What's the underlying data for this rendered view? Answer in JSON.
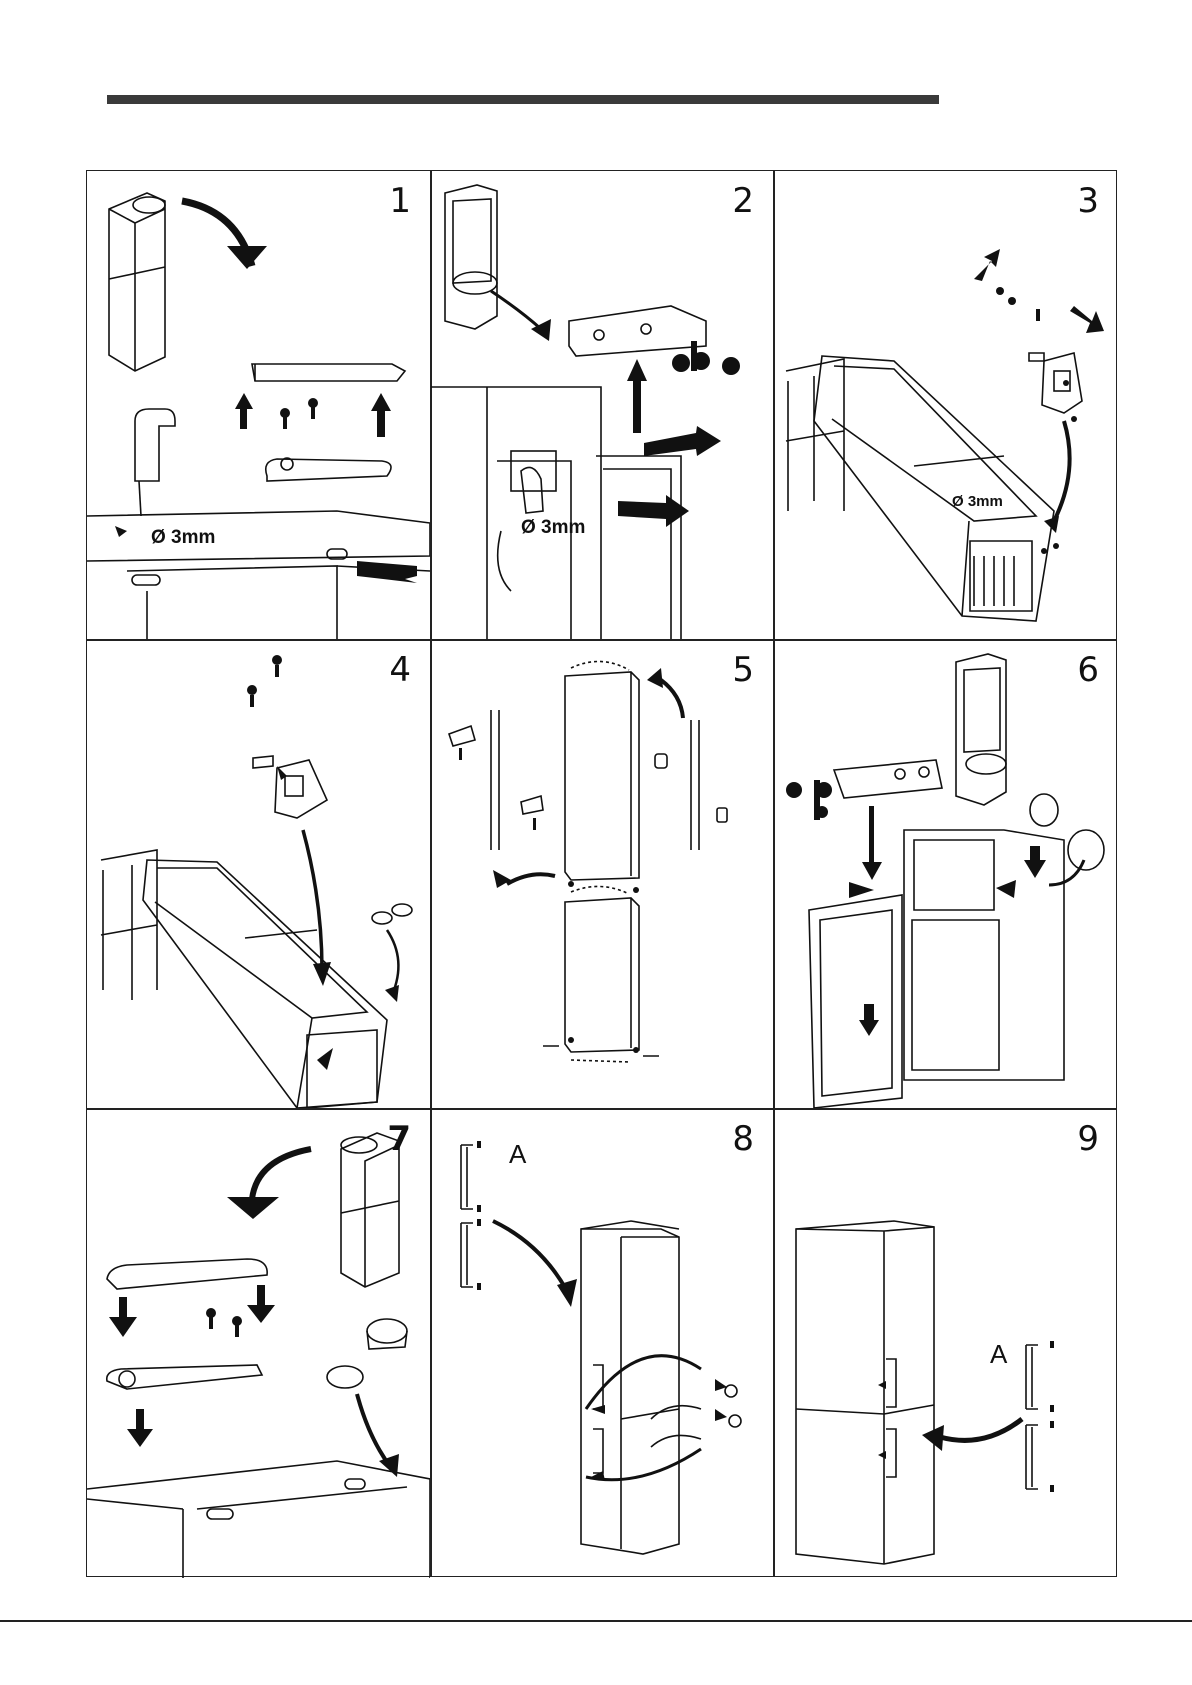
{
  "panels": [
    {
      "step": "1",
      "labels": [
        "Ø 3mm"
      ]
    },
    {
      "step": "2",
      "labels": [
        "Ø 3mm"
      ]
    },
    {
      "step": "3",
      "labels": [
        "Ø 3mm"
      ]
    },
    {
      "step": "4",
      "labels": []
    },
    {
      "step": "5",
      "labels": []
    },
    {
      "step": "6",
      "labels": []
    },
    {
      "step": "7",
      "labels": []
    },
    {
      "step": "8",
      "labels": [
        "A"
      ]
    },
    {
      "step": "9",
      "labels": [
        "A"
      ]
    }
  ]
}
